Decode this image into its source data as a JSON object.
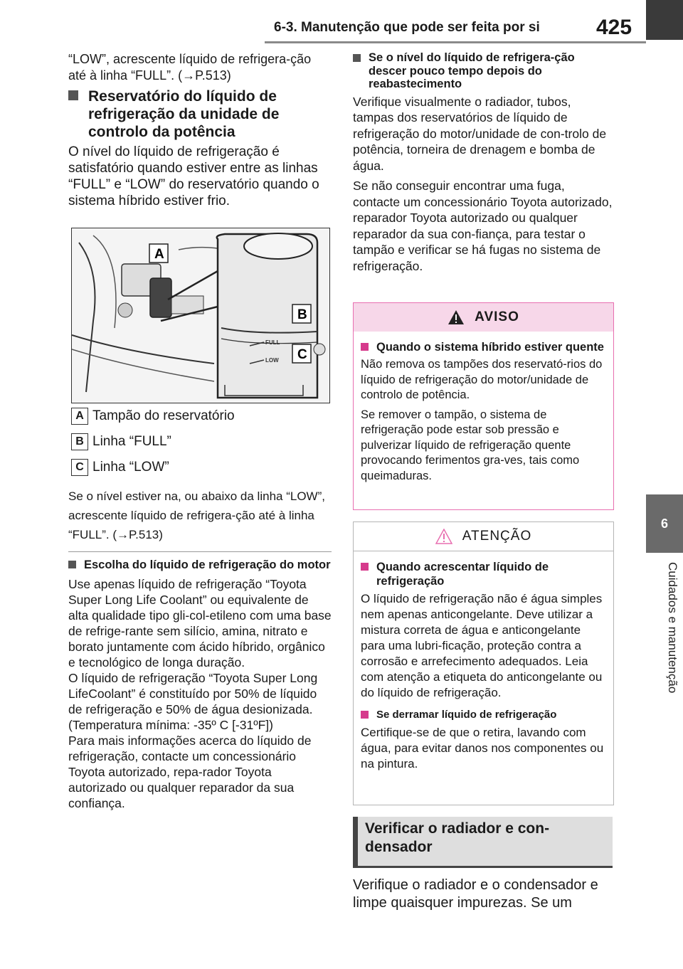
{
  "header": {
    "title": "6-3. Manutenção que pode ser feita por si",
    "page_number": "425"
  },
  "side_tab": {
    "chapter": "6",
    "label": "Cuidados e manutenção"
  },
  "left": {
    "intro": "“LOW”, acrescente líquido de refrigera-ção até à linha “FULL”. (→P.513)",
    "heading1": "Reservatório do líquido de refrigeração da unidade de controlo da potência",
    "para1": "O nível do líquido de refrigeração é satisfatório quando estiver entre as linhas “FULL” e “LOW” do reservatório quando o sistema híbrido estiver frio.",
    "figure": {
      "callout_a": "A",
      "callout_b": "B",
      "callout_c": "C",
      "mark_full": "FULL",
      "mark_low": "LOW"
    },
    "legend": [
      {
        "key": "A",
        "text": "Tampão do reservatório"
      },
      {
        "key": "B",
        "text": "Linha “FULL”"
      },
      {
        "key": "C",
        "text": "Linha “LOW”"
      }
    ],
    "para2": "Se o nível estiver na, ou abaixo da linha “LOW”, acrescente líquido de refrigera-ção até à linha “FULL”. (→P.513)",
    "heading2": "Escolha do líquido de refrigeração do motor",
    "para3": "Use apenas líquido de refrigeração “Toyota Super Long Life Coolant” ou equivalente de alta qualidade tipo gli-col-etileno com uma base de refrige-rante sem silício, amina, nitrato e borato juntamente com ácido híbrido, orgânico e tecnológico de longa duração.",
    "para4": "O líquido de refrigeração “Toyota Super Long LifeCoolant” é constituído por 50% de líquido de refrigeração e 50% de água desionizada. (Temperatura mínima: -35º C [-31ºF])",
    "para5": "Para mais informações acerca do líquido de refrigeração, contacte um concessionário Toyota autorizado, repa-rador Toyota autorizado ou qualquer reparador da sua confiança."
  },
  "right": {
    "heading1": "Se o nível do líquido de refrigera-ção descer pouco tempo depois do reabastecimento",
    "para1": "Verifique visualmente o radiador, tubos, tampas dos reservatórios de líquido de refrigeração do motor/unidade de con-trolo de potência, torneira de drenagem e bomba de água.",
    "para2": "Se não conseguir encontrar uma fuga, contacte um concessionário Toyota autorizado, reparador Toyota autorizado ou qualquer reparador da sua con-fiança, para testar o tampão e verificar se há fugas no sistema de refrigeração.",
    "aviso": {
      "title": "AVISO",
      "heading": "Quando o sistema híbrido estiver quente",
      "para1": "Não remova os tampões dos reservató-rios do líquido de refrigeração do motor/unidade de controlo de potência.",
      "para2": "Se remover o tampão, o sistema de refrigeração pode estar sob pressão e pulverizar líquido de refrigeração quente provocando ferimentos gra-ves, tais como queimaduras."
    },
    "atencao": {
      "title": "ATENÇÃO",
      "heading1": "Quando acrescentar líquido de refrigeração",
      "para1": "O líquido de refrigeração não é água simples nem apenas anticongelante. Deve utilizar a mistura correta de água e anticongelante para uma lubri-ficação, proteção contra a corrosão e arrefecimento adequados. Leia com atenção a etiqueta do anticongelante ou do líquido de refrigeração.",
      "heading2": "Se derramar líquido de refrigeração",
      "para2": "Certifique-se de que o retira, lavando com água, para evitar danos nos componentes ou na pintura."
    },
    "section_title": "Verificar o radiador e con-densador",
    "para3": "Verifique o radiador e o condensador e limpe quaisquer impurezas. Se um"
  },
  "colors": {
    "aviso_border": "#e86fb0",
    "aviso_fill": "#f7d7e9",
    "bullet_pink": "#d63a8c",
    "section_fill": "#dedede"
  }
}
